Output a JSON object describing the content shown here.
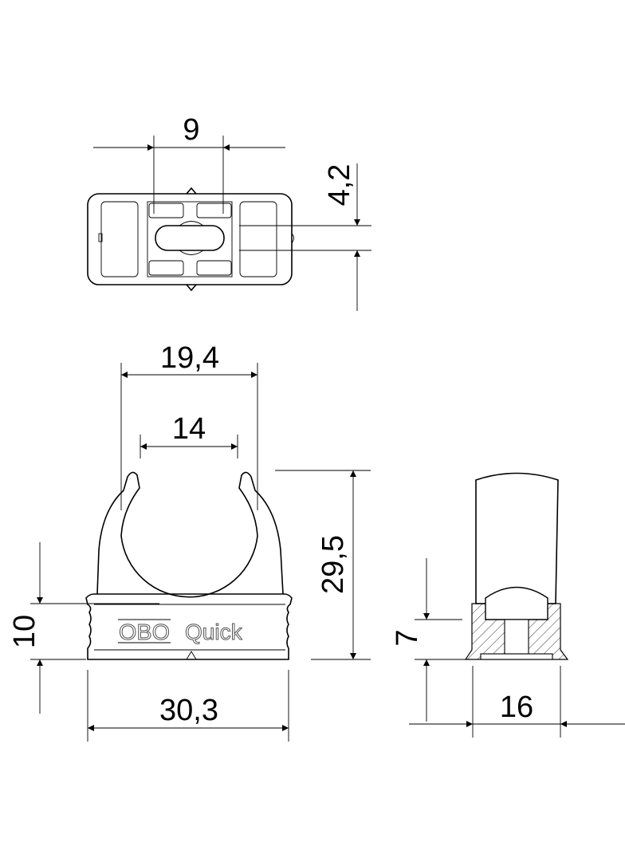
{
  "dimensions": {
    "top_width": "9",
    "top_slot": "4,2",
    "front_outer_width": "19,4",
    "front_inner_width": "14",
    "front_height": "29,5",
    "front_base_height": "10",
    "front_base_width": "30,3",
    "side_base_height": "7",
    "side_width": "16"
  },
  "logo": {
    "brand": "OBO",
    "product": "Quick"
  }
}
